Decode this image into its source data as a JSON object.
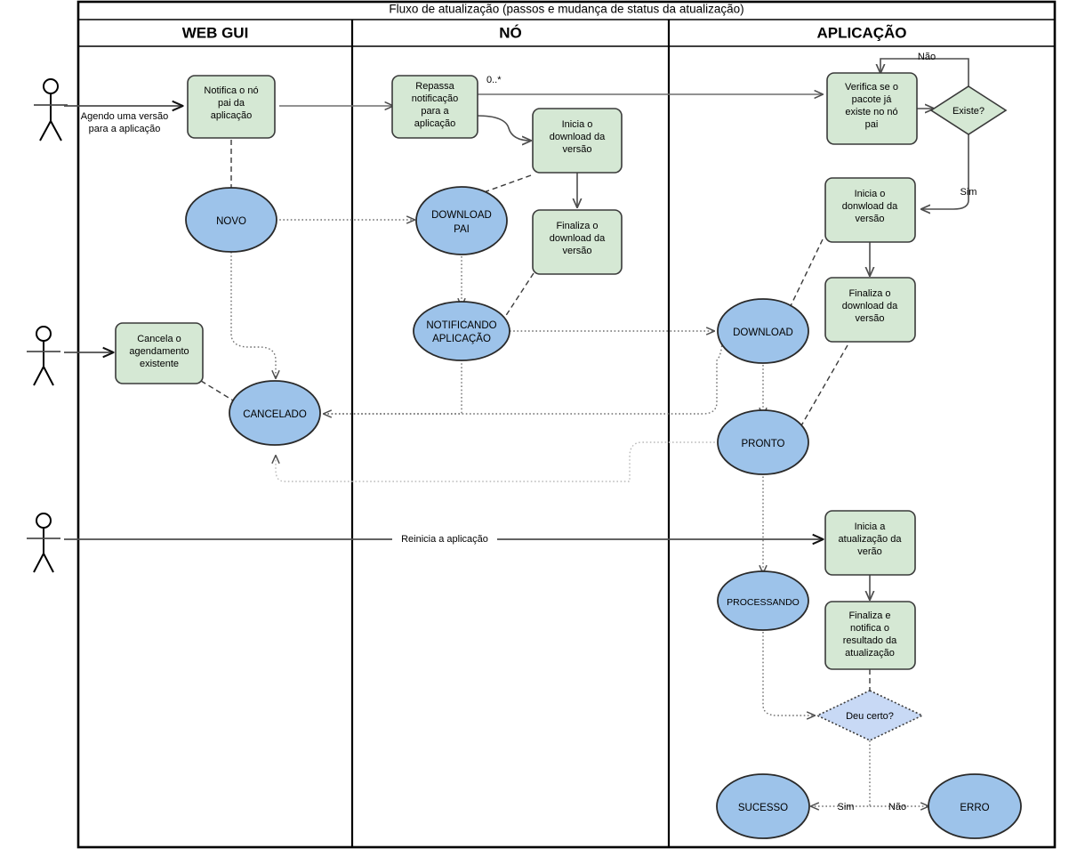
{
  "diagram": {
    "title": "Fluxo de atualização (passos e mudança de status da atualização)",
    "colors": {
      "process_fill": "#D5E8D4",
      "process_stroke": "#3A3A3A",
      "state_fill": "#9DC3EA",
      "state_stroke": "#2A2A2A",
      "decision_blue_fill": "#C8D9F5",
      "frame_stroke": "#000000",
      "flow_stroke": "#6E6E6E"
    },
    "lanes": [
      {
        "id": "web-gui",
        "label": "WEB GUI"
      },
      {
        "id": "no",
        "label": "NÓ"
      },
      {
        "id": "aplicacao",
        "label": "APLICAÇÃO"
      }
    ],
    "actors": [
      {
        "id": "actor-1",
        "message": [
          "Agendo uma versão",
          "para a aplicação"
        ]
      },
      {
        "id": "actor-2",
        "message": []
      },
      {
        "id": "actor-3",
        "message": [
          "Reinicia a aplicação"
        ]
      }
    ],
    "processes": [
      {
        "id": "notifica-no-pai",
        "lane": "web-gui",
        "lines": [
          "Notifica o nó",
          "pai da",
          "aplicação"
        ]
      },
      {
        "id": "cancela-agendamento",
        "lane": "web-gui",
        "lines": [
          "Cancela o",
          "agendamento",
          "existente"
        ]
      },
      {
        "id": "repassa-notificacao",
        "lane": "no",
        "lines": [
          "Repassa",
          "notificação",
          "para a",
          "aplicação"
        ]
      },
      {
        "id": "inicia-download-no",
        "lane": "no",
        "lines": [
          "Inicia o",
          "download da",
          "versão"
        ]
      },
      {
        "id": "finaliza-download-no",
        "lane": "no",
        "lines": [
          "Finaliza o",
          "download da",
          "versão"
        ]
      },
      {
        "id": "verifica-pacote",
        "lane": "aplicacao",
        "lines": [
          "Verifica se o",
          "pacote já",
          "existe no nó",
          "pai"
        ]
      },
      {
        "id": "inicia-download-app",
        "lane": "aplicacao",
        "lines": [
          "Inicia o",
          "donwload da",
          "versão"
        ]
      },
      {
        "id": "finaliza-download-app",
        "lane": "aplicacao",
        "lines": [
          "Finaliza o",
          "download da",
          "versão"
        ]
      },
      {
        "id": "inicia-atualizacao",
        "lane": "aplicacao",
        "lines": [
          "Inicia a",
          "atualização da",
          "verão"
        ]
      },
      {
        "id": "finaliza-notifica",
        "lane": "aplicacao",
        "lines": [
          "Finaliza e",
          "notifica o",
          "resultado da",
          "atualização"
        ]
      }
    ],
    "decisions": [
      {
        "id": "existe",
        "lane": "aplicacao",
        "label": "Existe?",
        "style": "green"
      },
      {
        "id": "deu-certo",
        "lane": "aplicacao",
        "label": "Deu certo?",
        "style": "blue-dotted"
      }
    ],
    "states": [
      {
        "id": "novo",
        "lane": "web-gui",
        "lines": [
          "NOVO"
        ]
      },
      {
        "id": "cancelado",
        "lane": "web-gui",
        "lines": [
          "CANCELADO"
        ]
      },
      {
        "id": "download-pai",
        "lane": "no",
        "lines": [
          "DOWNLOAD",
          "PAI"
        ]
      },
      {
        "id": "notificando-aplicacao",
        "lane": "no",
        "lines": [
          "NOTIFICANDO",
          "APLICAÇÃO"
        ]
      },
      {
        "id": "download",
        "lane": "aplicacao",
        "lines": [
          "DOWNLOAD"
        ]
      },
      {
        "id": "pronto",
        "lane": "aplicacao",
        "lines": [
          "PRONTO"
        ]
      },
      {
        "id": "processando",
        "lane": "aplicacao",
        "lines": [
          "PROCESSANDO"
        ]
      },
      {
        "id": "sucesso",
        "lane": "aplicacao",
        "lines": [
          "SUCESSO"
        ]
      },
      {
        "id": "erro",
        "lane": "aplicacao",
        "lines": [
          "ERRO"
        ]
      }
    ],
    "edge_labels": [
      {
        "id": "mult-repassa",
        "text": "0..*"
      },
      {
        "id": "existe-nao",
        "text": "Não"
      },
      {
        "id": "existe-sim",
        "text": "Sim"
      },
      {
        "id": "deu-certo-sim",
        "text": "Sim"
      },
      {
        "id": "deu-certo-nao",
        "text": "Não"
      },
      {
        "id": "reinicia-aplicacao",
        "text": "Reinicia a aplicação"
      }
    ]
  }
}
